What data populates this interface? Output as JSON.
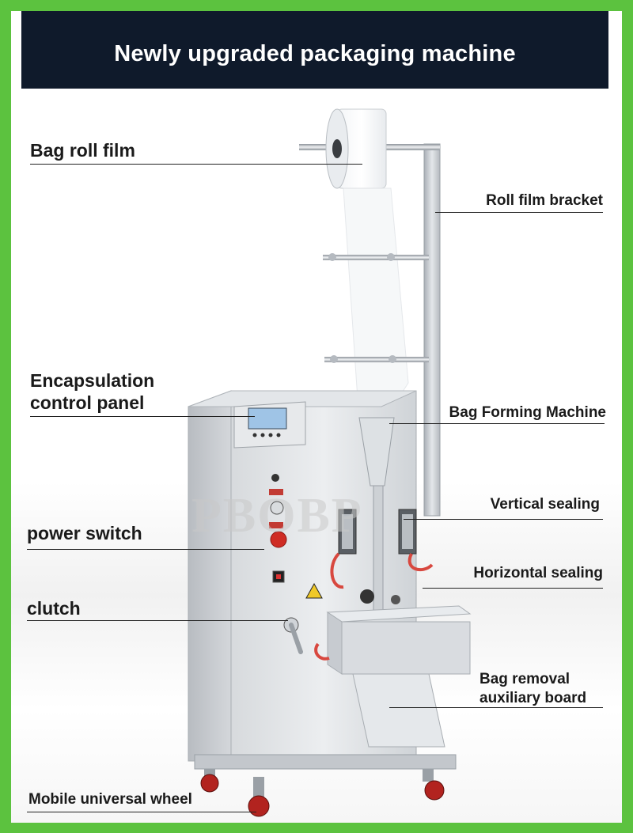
{
  "header": {
    "title": "Newly upgraded packaging machine"
  },
  "watermark": "PBOBP",
  "labels": {
    "bag_roll_film": "Bag roll film",
    "roll_film_bracket": "Roll film bracket",
    "control_panel_line1": "Encapsulation",
    "control_panel_line2": "control panel",
    "bag_forming_machine": "Bag Forming Machine",
    "vertical_sealing": "Vertical sealing",
    "power_switch": "power switch",
    "horizontal_sealing": "Horizontal sealing",
    "clutch": "clutch",
    "bag_removal_line1": "Bag removal",
    "bag_removal_line2": "auxiliary board",
    "mobile_wheel": "Mobile universal wheel"
  },
  "colors": {
    "border_green": "#5cc23f",
    "banner_navy": "#0f1a2b",
    "steel": "#c9cdd2",
    "panel_blue": "#9fc4e6",
    "wheel_red": "#b2231f"
  }
}
